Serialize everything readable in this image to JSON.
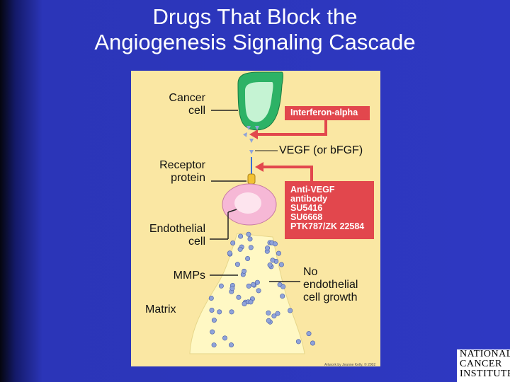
{
  "title": {
    "line1": "Drugs That Block the",
    "line2": "Angiogenesis Signaling Cascade"
  },
  "diagram": {
    "labels": {
      "cancer_cell": "Cancer\ncell",
      "receptor_protein": "Receptor\nprotein",
      "endothelial_cell": "Endothelial\ncell",
      "mmps": "MMPs",
      "matrix": "Matrix"
    },
    "interferon_box": "Interferon-alpha",
    "vegf_label": "VEGF (or bFGF)",
    "anti_vegf_box": "Anti-VEGF\nantibody\nSU5416\nSU6668\nPTK787/ZK 22584",
    "outcome": "No\nendothelial\ncell growth",
    "credit": "Artwork by Jeanne Kelly, © 2002"
  },
  "logo": {
    "line1": "NATIONAL",
    "line2": "CANCER",
    "line3": "INSTITUTE"
  },
  "colors": {
    "background": "#2e38c2",
    "panel": "#fae7a3",
    "red_box": "#e2474d",
    "cancer_cell": "#2db266",
    "endothelial_cell": "#f6b8d6",
    "matrix_blob": "#fff8c4"
  }
}
